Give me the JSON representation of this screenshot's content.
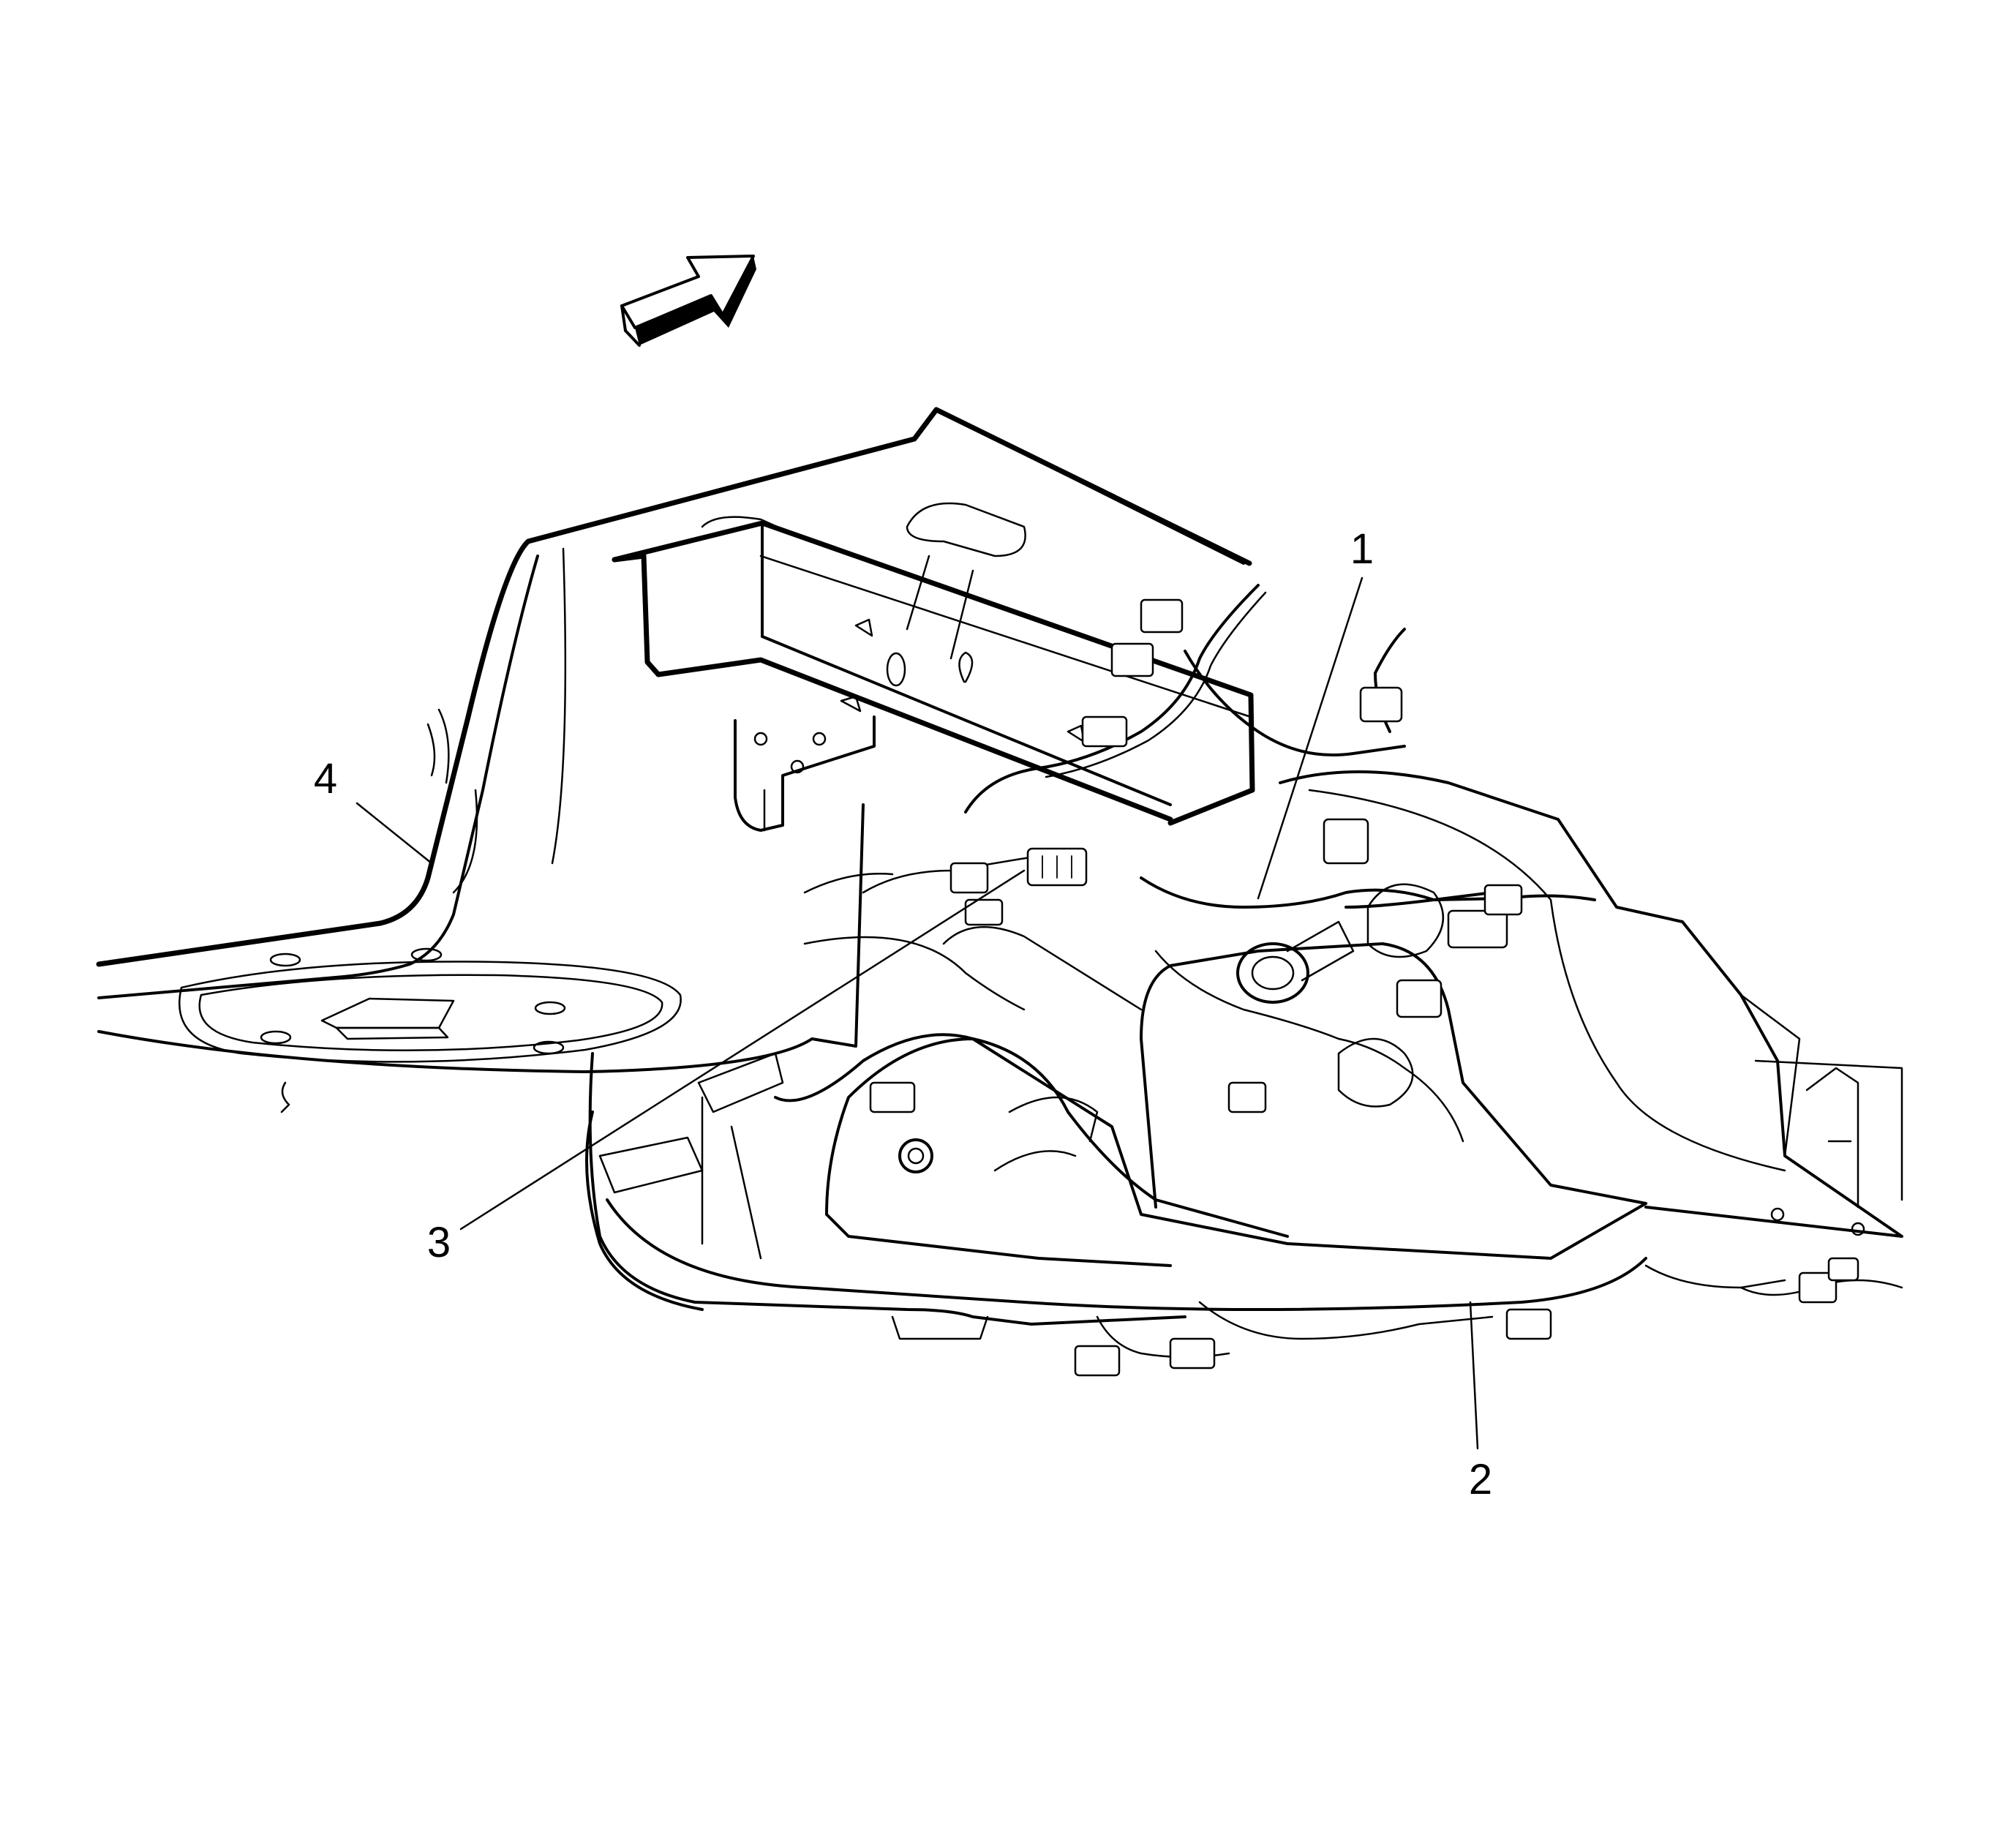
{
  "callouts": [
    {
      "id": "callout-1",
      "label": "1"
    },
    {
      "id": "callout-2",
      "label": "2"
    },
    {
      "id": "callout-3",
      "label": "3"
    },
    {
      "id": "callout-4",
      "label": "4"
    }
  ],
  "colors": {
    "ink": "#000000",
    "paper": "#ffffff"
  },
  "icons": {
    "direction_arrow": "direction-arrow-icon"
  }
}
